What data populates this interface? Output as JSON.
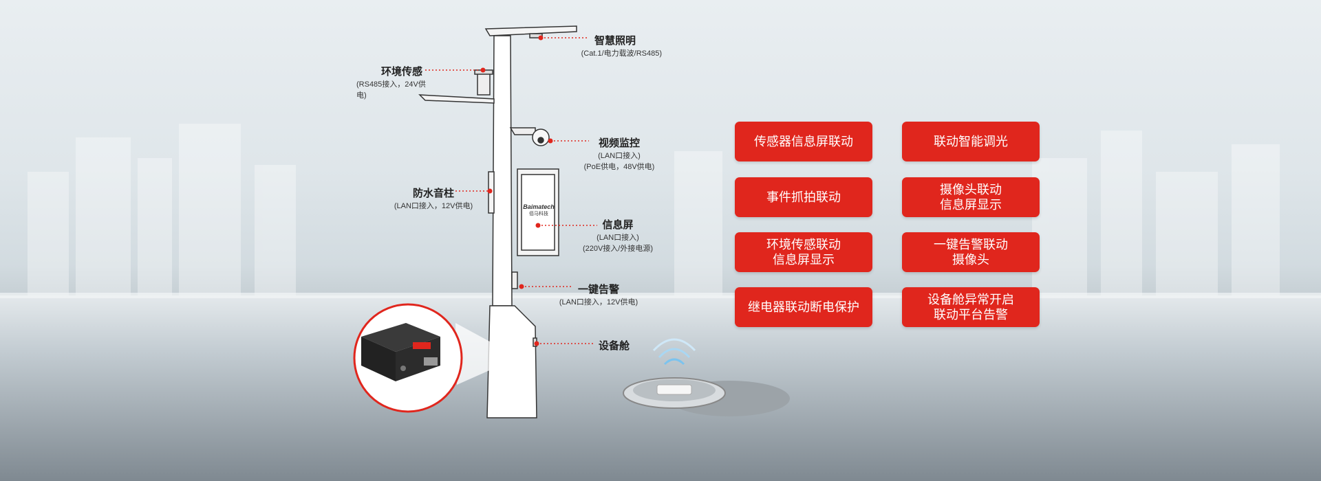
{
  "labels": {
    "smart_lighting": {
      "title": "智慧照明",
      "sub": "(Cat.1/电力载波/RS485)"
    },
    "env_sensor": {
      "title": "环境传感",
      "sub": "(RS485接入，24V供电)"
    },
    "video": {
      "title": "视频监控",
      "sub1": "(LAN口接入)",
      "sub2": "(PoE供电，48V供电)"
    },
    "speaker": {
      "title": "防水音柱",
      "sub": "(LAN口接入，12V供电)"
    },
    "screen": {
      "title": "信息屏",
      "sub1": "(LAN口接入)",
      "sub2": "(220V接入/外接电源)"
    },
    "alarm": {
      "title": "一键告警",
      "sub": "(LAN口接入，12V供电)"
    },
    "cabin": {
      "title": "设备舱"
    }
  },
  "screen_brand": {
    "name": "Baimatech",
    "cn": "佰马科技"
  },
  "buttons": [
    {
      "line1": "传感器信息屏联动",
      "line2": ""
    },
    {
      "line1": "联动智能调光",
      "line2": ""
    },
    {
      "line1": "事件抓拍联动",
      "line2": ""
    },
    {
      "line1": "摄像头联动",
      "line2": "信息屏显示"
    },
    {
      "line1": "环境传感联动",
      "line2": "信息屏显示"
    },
    {
      "line1": "一键告警联动",
      "line2": "摄像头"
    },
    {
      "line1": "继电器联动断电保护",
      "line2": ""
    },
    {
      "line1": "设备舱异常开启",
      "line2": "联动平台告警"
    }
  ],
  "colors": {
    "accent": "#e0261d",
    "dot": "#e0261d"
  }
}
